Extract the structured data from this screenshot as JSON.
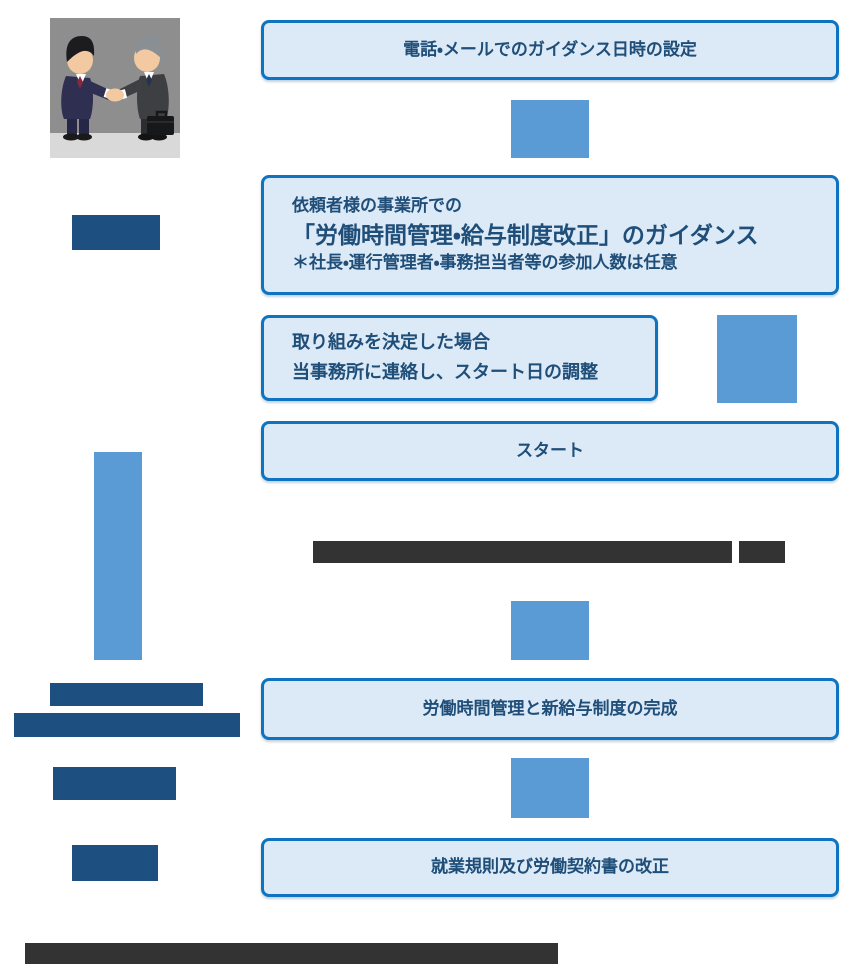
{
  "colors": {
    "box_fill": "#dce9f6",
    "box_border": "#0e74c2",
    "box_text": "#1f4e79",
    "arrow_blue": "#5b9bd5",
    "bar_dark_blue": "#1d4f80",
    "bar_dark_gray": "#333333"
  },
  "flow": {
    "step1": {
      "label": "電話・メールでのガイダンス日時の設定"
    },
    "step2": {
      "line1": "依頼者様の事業所での",
      "line2": "「労働時間管理・給与制度改正」のガイダンス",
      "line3": "＊社長・運行管理者・事務担当者等の参加人数は任意"
    },
    "step3": {
      "line1": "取り組みを決定した場合",
      "line2": "当事務所に連絡し、スタート日の調整"
    },
    "step4": {
      "label": "スタート"
    },
    "step5": {
      "label": "労働時間管理と新給与制度の完成"
    },
    "step6": {
      "label": "就業規則及び労働契約書の改正"
    }
  }
}
